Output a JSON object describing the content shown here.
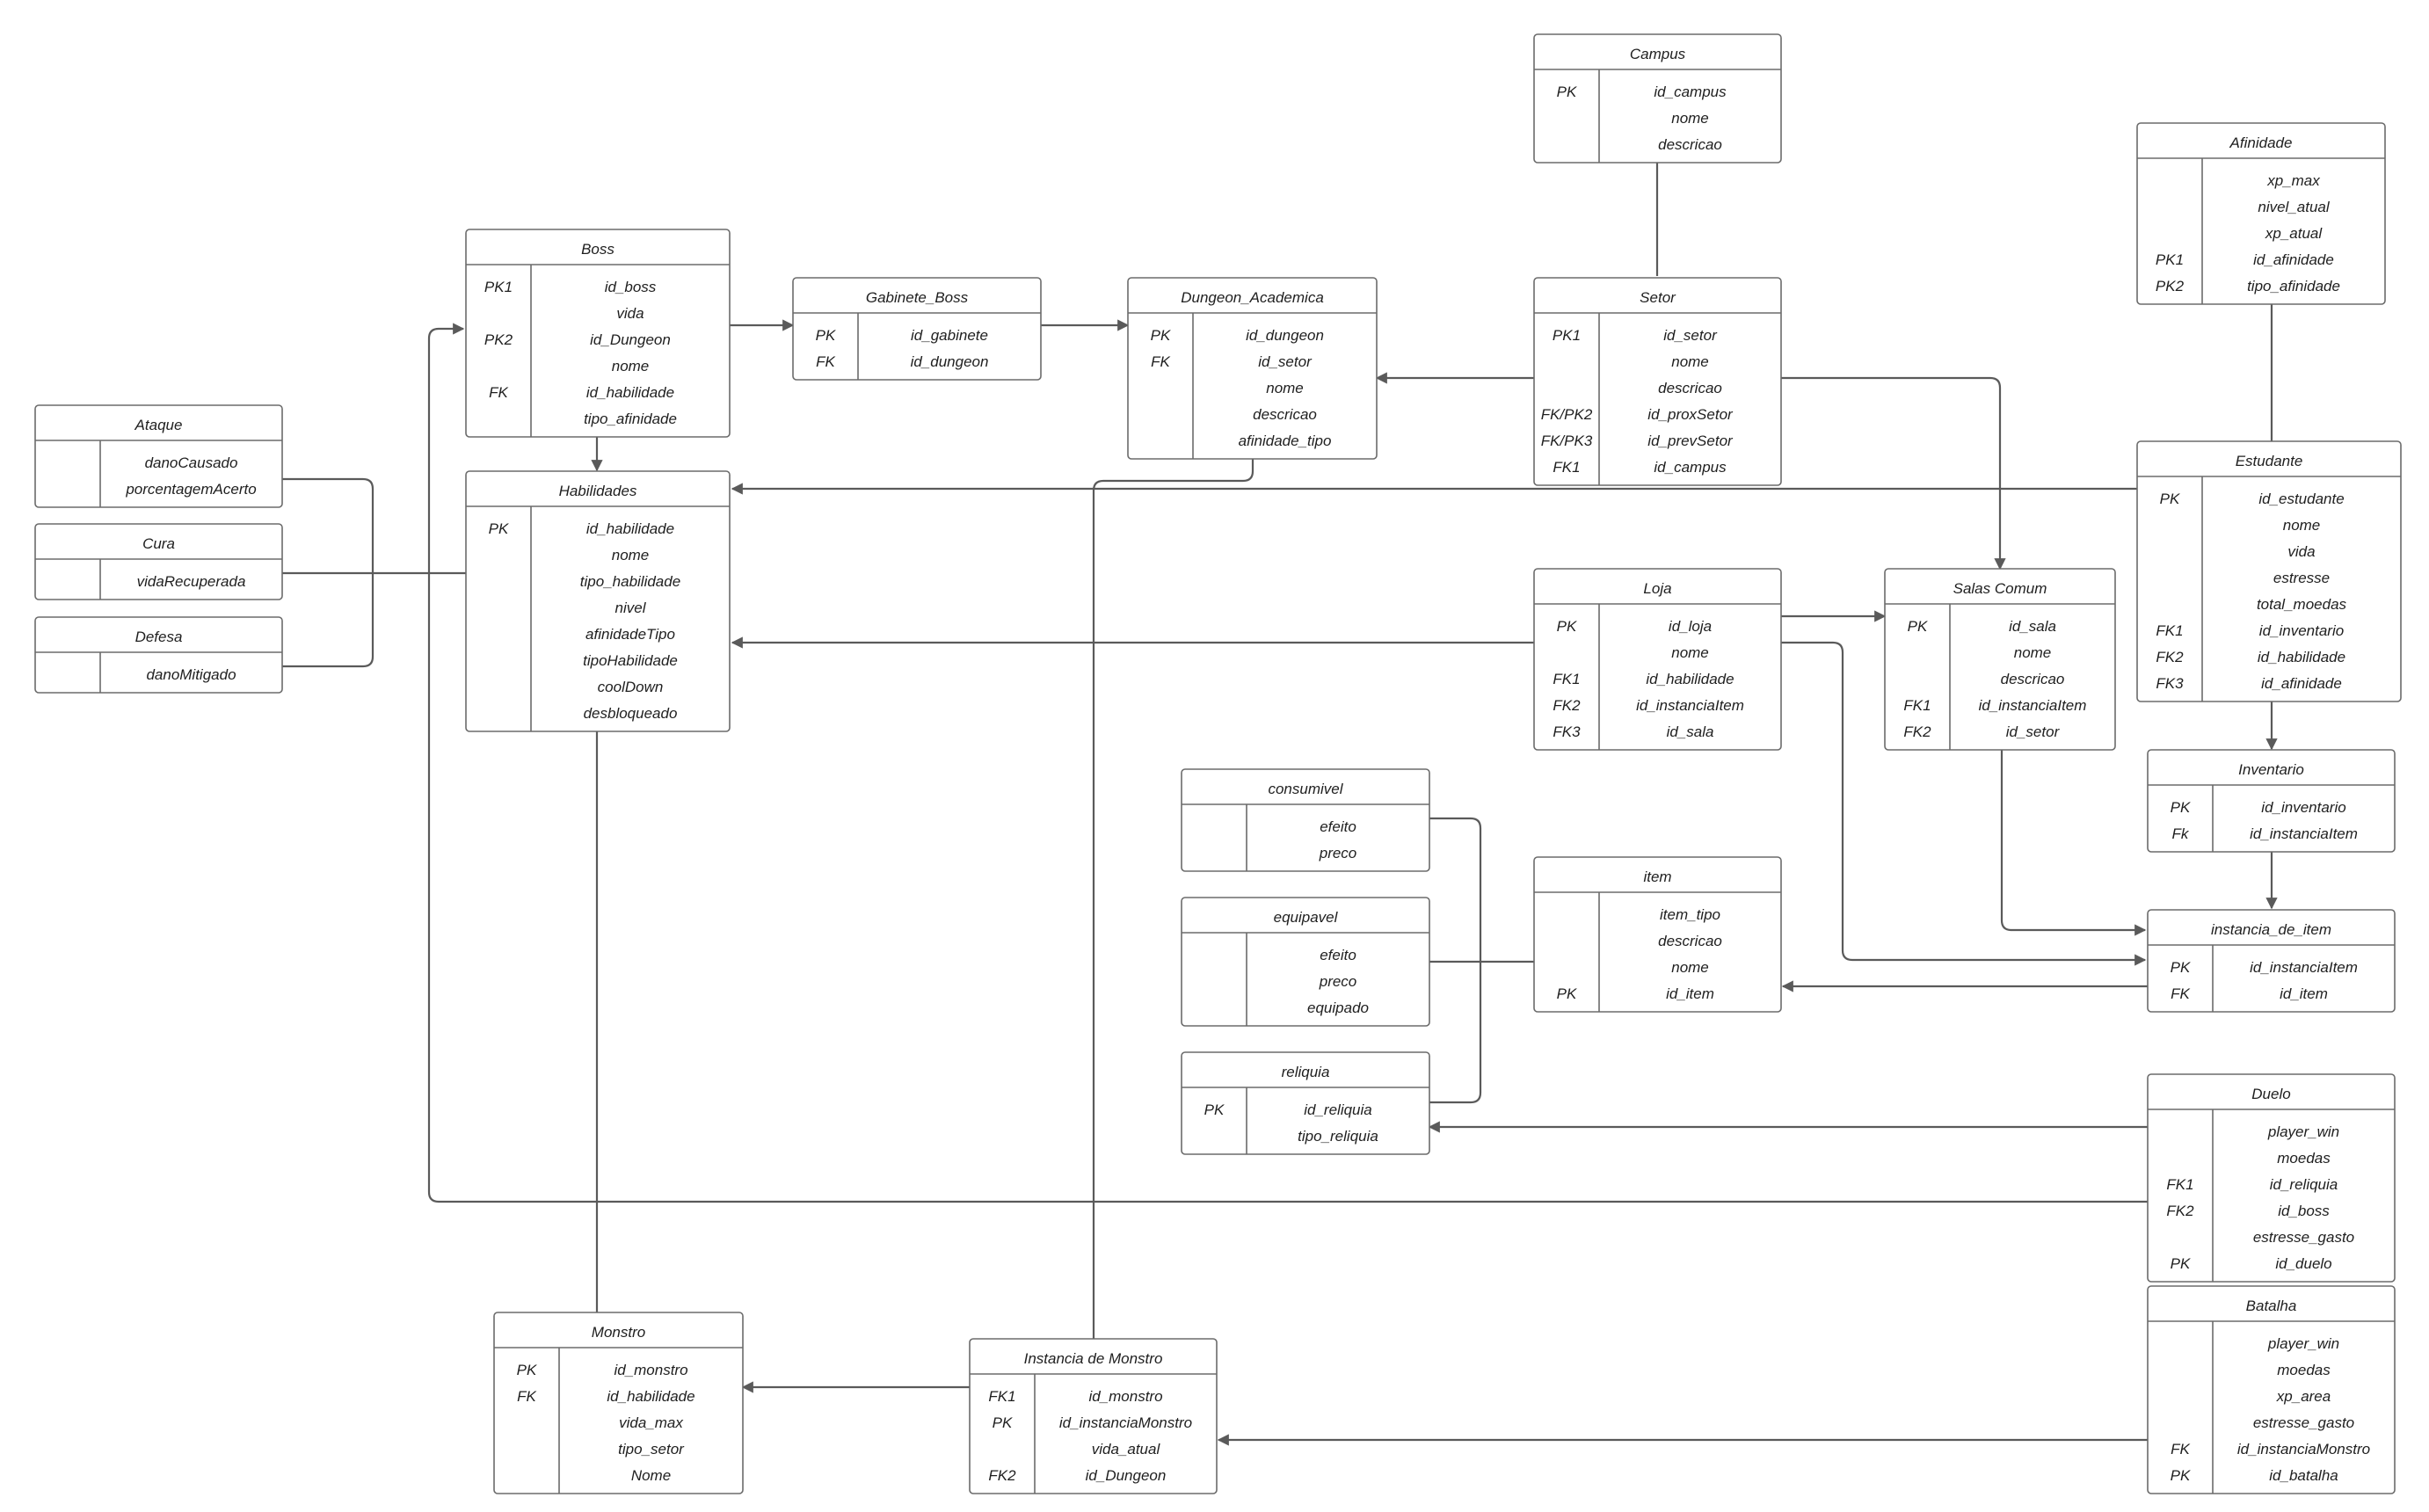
{
  "diagram": {
    "type": "entity-relationship",
    "colors": {
      "line": "#5a5a5a",
      "border": "#6b6b6b",
      "text": "#1f1f1f",
      "background": "#ffffff"
    },
    "entities": [
      {
        "id": "campus",
        "title": "Campus",
        "rows": [
          [
            "PK",
            "id_campus"
          ],
          [
            "",
            "nome"
          ],
          [
            "",
            "descricao"
          ]
        ]
      },
      {
        "id": "afinidade",
        "title": "Afinidade",
        "rows": [
          [
            "",
            "xp_max"
          ],
          [
            "",
            "nivel_atual"
          ],
          [
            "",
            "xp_atual"
          ],
          [
            "PK1",
            "id_afinidade"
          ],
          [
            "PK2",
            "tipo_afinidade"
          ]
        ]
      },
      {
        "id": "boss",
        "title": "Boss",
        "rows": [
          [
            "PK1",
            "id_boss"
          ],
          [
            "",
            "vida"
          ],
          [
            "PK2",
            "id_Dungeon"
          ],
          [
            "",
            "nome"
          ],
          [
            "FK",
            "id_habilidade"
          ],
          [
            "",
            "tipo_afinidade"
          ]
        ]
      },
      {
        "id": "gabinete",
        "title": "Gabinete_Boss",
        "rows": [
          [
            "PK",
            "id_gabinete"
          ],
          [
            "FK",
            "id_dungeon"
          ]
        ]
      },
      {
        "id": "dungeon",
        "title": "Dungeon_Academica",
        "rows": [
          [
            "PK",
            "id_dungeon"
          ],
          [
            "FK",
            "id_setor"
          ],
          [
            "",
            "nome"
          ],
          [
            "",
            "descricao"
          ],
          [
            "",
            "afinidade_tipo"
          ]
        ]
      },
      {
        "id": "setor",
        "title": "Setor",
        "rows": [
          [
            "PK1",
            "id_setor"
          ],
          [
            "",
            "nome"
          ],
          [
            "",
            "descricao"
          ],
          [
            "FK/PK2",
            "id_proxSetor"
          ],
          [
            "FK/PK3",
            "id_prevSetor"
          ],
          [
            "FK1",
            "id_campus"
          ]
        ]
      },
      {
        "id": "ataque",
        "title": "Ataque",
        "rows": [
          [
            "",
            "danoCausado"
          ],
          [
            "",
            "porcentagemAcerto"
          ]
        ]
      },
      {
        "id": "cura",
        "title": "Cura",
        "rows": [
          [
            "",
            "vidaRecuperada"
          ]
        ]
      },
      {
        "id": "defesa",
        "title": "Defesa",
        "rows": [
          [
            "",
            "danoMitigado"
          ]
        ]
      },
      {
        "id": "habilidades",
        "title": "Habilidades",
        "rows": [
          [
            "PK",
            "id_habilidade"
          ],
          [
            "",
            "nome"
          ],
          [
            "",
            "tipo_habilidade"
          ],
          [
            "",
            "nivel"
          ],
          [
            "",
            "afinidadeTipo"
          ],
          [
            "",
            "tipoHabilidade"
          ],
          [
            "",
            "coolDown"
          ],
          [
            "",
            "desbloqueado"
          ]
        ]
      },
      {
        "id": "estudante",
        "title": "Estudante",
        "rows": [
          [
            "PK",
            "id_estudante"
          ],
          [
            "",
            "nome"
          ],
          [
            "",
            "vida"
          ],
          [
            "",
            "estresse"
          ],
          [
            "",
            "total_moedas"
          ],
          [
            "FK1",
            "id_inventario"
          ],
          [
            "FK2",
            "id_habilidade"
          ],
          [
            "FK3",
            "id_afinidade"
          ]
        ]
      },
      {
        "id": "loja",
        "title": "Loja",
        "rows": [
          [
            "PK",
            "id_loja"
          ],
          [
            "",
            "nome"
          ],
          [
            "FK1",
            "id_habilidade"
          ],
          [
            "FK2",
            "id_instanciaItem"
          ],
          [
            "FK3",
            "id_sala"
          ]
        ]
      },
      {
        "id": "salas",
        "title": "Salas Comum",
        "rows": [
          [
            "PK",
            "id_sala"
          ],
          [
            "",
            "nome"
          ],
          [
            "",
            "descricao"
          ],
          [
            "FK1",
            "id_instanciaItem"
          ],
          [
            "FK2",
            "id_setor"
          ]
        ]
      },
      {
        "id": "inventario",
        "title": "Inventario",
        "rows": [
          [
            "PK",
            "id_inventario"
          ],
          [
            "Fk",
            "id_instanciaItem"
          ]
        ]
      },
      {
        "id": "consumivel",
        "title": "consumivel",
        "rows": [
          [
            "",
            "efeito"
          ],
          [
            "",
            "preco"
          ]
        ]
      },
      {
        "id": "equipavel",
        "title": "equipavel",
        "rows": [
          [
            "",
            "efeito"
          ],
          [
            "",
            "preco"
          ],
          [
            "",
            "equipado"
          ]
        ]
      },
      {
        "id": "item",
        "title": "item",
        "rows": [
          [
            "",
            "item_tipo"
          ],
          [
            "",
            "descricao"
          ],
          [
            "",
            "nome"
          ],
          [
            "PK",
            "id_item"
          ]
        ]
      },
      {
        "id": "instancia_item",
        "title": "instancia_de_item",
        "rows": [
          [
            "PK",
            "id_instanciaItem"
          ],
          [
            "FK",
            "id_item"
          ]
        ]
      },
      {
        "id": "reliquia",
        "title": "reliquia",
        "rows": [
          [
            "PK",
            "id_reliquia"
          ],
          [
            "",
            "tipo_reliquia"
          ]
        ]
      },
      {
        "id": "duelo",
        "title": "Duelo",
        "rows": [
          [
            "",
            "player_win"
          ],
          [
            "",
            "moedas"
          ],
          [
            "FK1",
            "id_reliquia"
          ],
          [
            "FK2",
            "id_boss"
          ],
          [
            "",
            "estresse_gasto"
          ],
          [
            "PK",
            "id_duelo"
          ]
        ]
      },
      {
        "id": "monstro",
        "title": "Monstro",
        "rows": [
          [
            "PK",
            "id_monstro"
          ],
          [
            "FK",
            "id_habilidade"
          ],
          [
            "",
            "vida_max"
          ],
          [
            "",
            "tipo_setor"
          ],
          [
            "",
            "Nome"
          ]
        ]
      },
      {
        "id": "inst_monstro",
        "title": "Instancia de Monstro",
        "rows": [
          [
            "FK1",
            "id_monstro"
          ],
          [
            "PK",
            "id_instanciaMonstro"
          ],
          [
            "",
            "vida_atual"
          ],
          [
            "FK2",
            "id_Dungeon"
          ]
        ]
      },
      {
        "id": "batalha",
        "title": "Batalha",
        "rows": [
          [
            "",
            "player_win"
          ],
          [
            "",
            "moedas"
          ],
          [
            "",
            "xp_area"
          ],
          [
            "",
            "estresse_gasto"
          ],
          [
            "FK",
            "id_instanciaMonstro"
          ],
          [
            "PK",
            "id_batalha"
          ]
        ]
      }
    ]
  }
}
